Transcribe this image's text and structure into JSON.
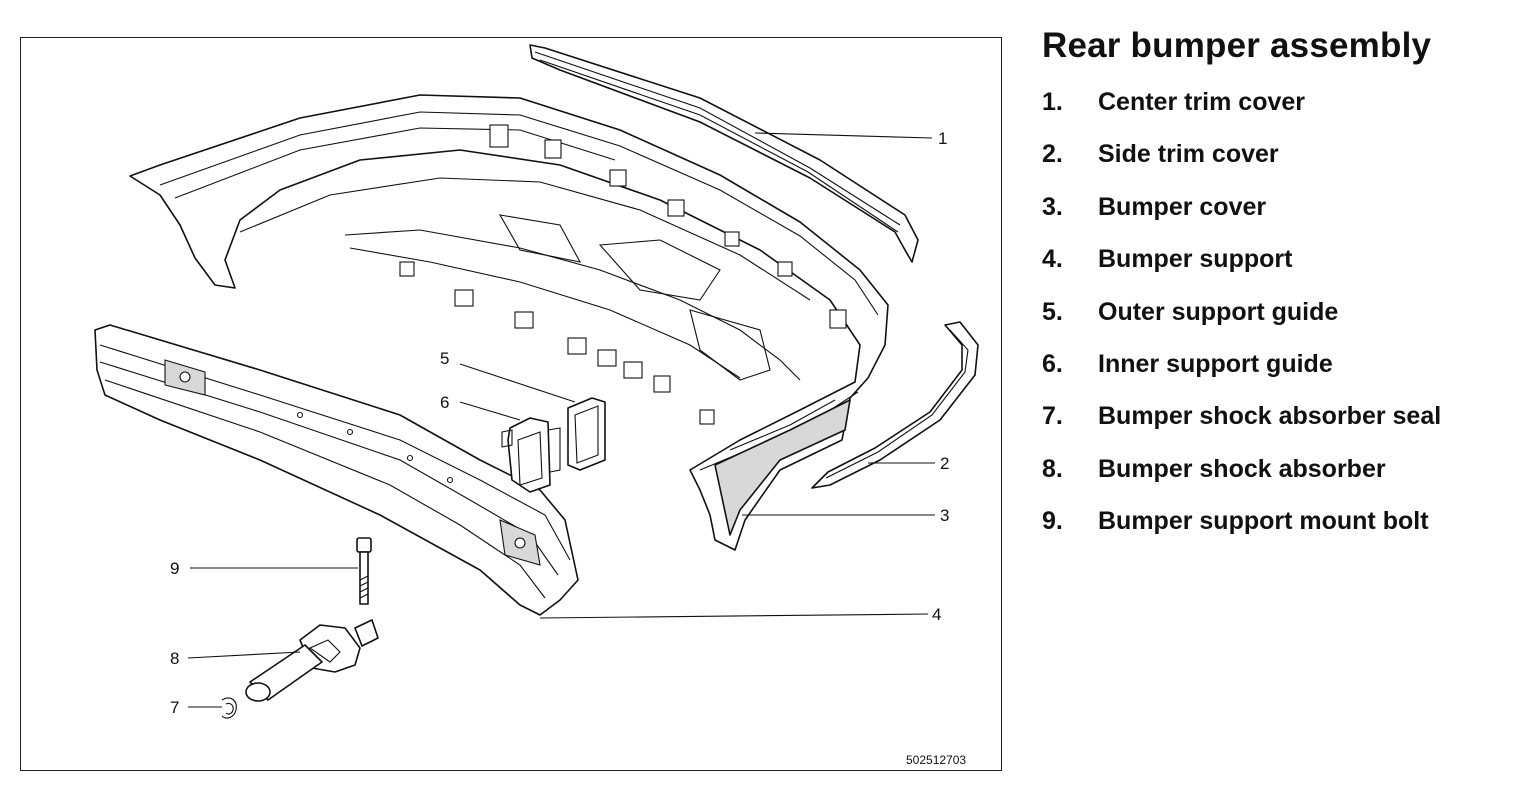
{
  "title": "Rear bumper assembly",
  "figure_code": "502512703",
  "parts": [
    {
      "num": "1.",
      "callout": "1",
      "name": "Center trim cover"
    },
    {
      "num": "2.",
      "callout": "2",
      "name": "Side trim cover"
    },
    {
      "num": "3.",
      "callout": "3",
      "name": "Bumper cover"
    },
    {
      "num": "4.",
      "callout": "4",
      "name": "Bumper support"
    },
    {
      "num": "5.",
      "callout": "5",
      "name": "Outer support guide"
    },
    {
      "num": "6.",
      "callout": "6",
      "name": "Inner support guide"
    },
    {
      "num": "7.",
      "callout": "7",
      "name": "Bumper shock absorber seal"
    },
    {
      "num": "8.",
      "callout": "8",
      "name": "Bumper shock absorber"
    },
    {
      "num": "9.",
      "callout": "9",
      "name": "Bumper support mount bolt"
    }
  ],
  "colors": {
    "line": "#111111",
    "background": "#ffffff",
    "frame": "#222222"
  }
}
